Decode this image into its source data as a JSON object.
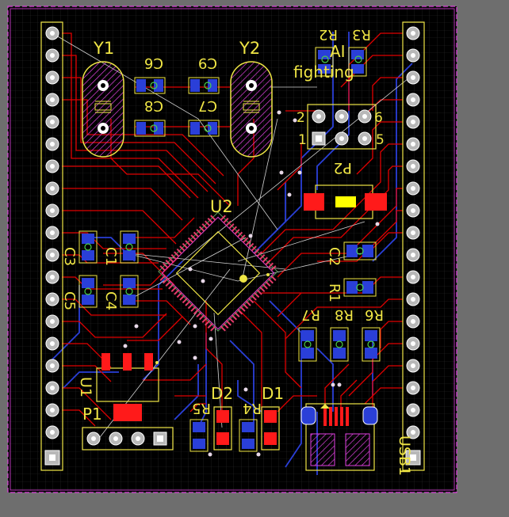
{
  "colors": {
    "viewport": "#6e6e6e",
    "board": "#000000",
    "grid": "#2a2a2a",
    "outline": "#e040e0",
    "silk": "#f0e645",
    "top_copper": "#e00000",
    "bottom_copper": "#2a3fd8",
    "pad_top": "#ff1a1a",
    "pad_blue": "#2a3fd8",
    "pad_ring": "#ffffff",
    "ratsnest": "#d0d0d0",
    "via": "#e8d8e8",
    "keepout": "#7a7a7a"
  },
  "labels": {
    "y1": "Y1",
    "y2": "Y2",
    "c6": "C6",
    "c9": "C9",
    "c8": "C8",
    "c7": "C7",
    "r3": "R3",
    "r2": "R2",
    "brand_line1": "AI",
    "brand_line2": "fighting",
    "p2": "P2",
    "pin2": "2",
    "pin6": "6",
    "pin1": "1",
    "pin5": "5",
    "u2": "U2",
    "c3": "C3",
    "c1": "C1",
    "c5": "C5",
    "c4": "C4",
    "c2": "C2",
    "r1": "R1",
    "r6": "R6",
    "r8": "R8",
    "r7": "R7",
    "u1": "U1",
    "d2": "D2",
    "d1": "D1",
    "r5": "R5",
    "r4": "R4",
    "p1": "P1",
    "usb1": "USB1"
  }
}
